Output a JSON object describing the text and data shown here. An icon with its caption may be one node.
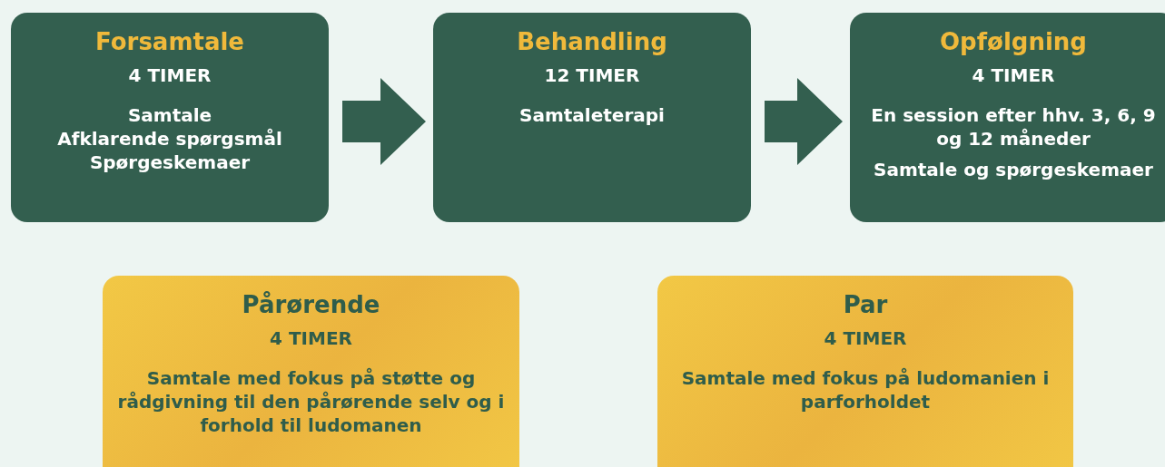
{
  "diagram": {
    "nodes": [
      {
        "text": [
          "Forsamtale",
          "4 TIMER",
          "Samtale",
          "Afklarende spørgsmål",
          "Spørgeskemaer"
        ]
      },
      {
        "text": [
          "Behandling",
          "12 TIMER",
          "Samtaleterapi"
        ]
      },
      {
        "text": [
          "Opfølgning",
          "4 TIMER",
          "En session efter hhv. 3, 6, 9 og 12 måneder",
          "Samtale og spørgeskemaer"
        ]
      },
      {
        "text": [
          "Pårørende",
          "4 TIMER",
          "Samtale med fokus på støtte og rådgivning til den pårørende selv og i forhold til ludomanen"
        ]
      },
      {
        "text": [
          "Par",
          "4 TIMER",
          "Samtale med fokus på ludomanien i parforholdet"
        ]
      }
    ],
    "edges": [
      {
        "from": 0,
        "to": 1,
        "arrow": "to"
      },
      {
        "from": 1,
        "to": 2,
        "arrow": "to"
      }
    ]
  }
}
